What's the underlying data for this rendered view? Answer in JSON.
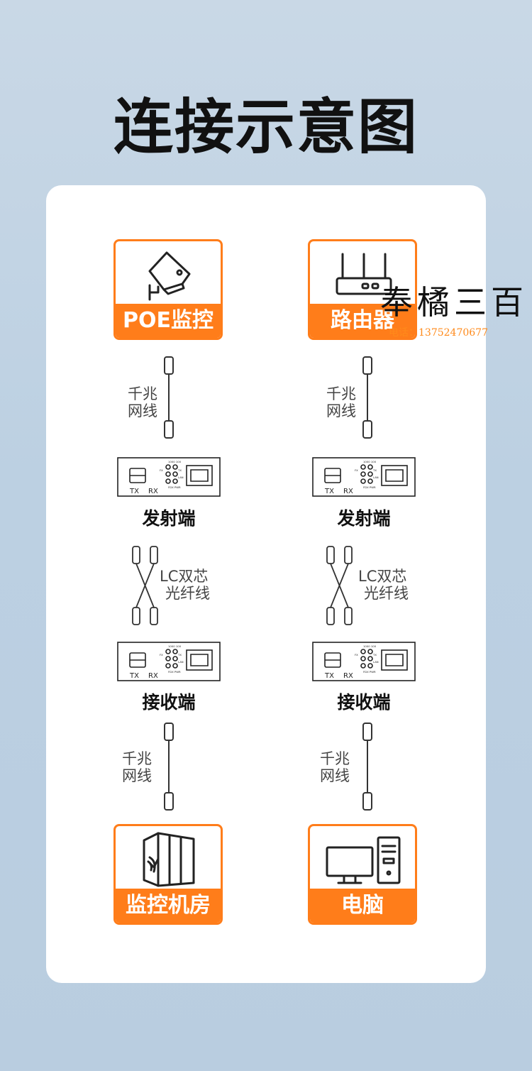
{
  "title": "连接示意图",
  "devices": {
    "poe_camera": "POE监控",
    "router": "路由器",
    "server_room": "监控机房",
    "computer": "电脑"
  },
  "cables": {
    "ethernet_line1": "千兆",
    "ethernet_line2": "网线",
    "fiber_line1": "LC双芯",
    "fiber_line2": "光纤线"
  },
  "converters": {
    "transmitter": "发射端",
    "receiver": "接收端",
    "port_tx": "TX",
    "port_rx": "RX"
  },
  "watermark": {
    "name": "奉橘三百",
    "phone": "电话：13752470677"
  },
  "colors": {
    "accent": "#ff7d1a",
    "background": "#bcd0e2"
  }
}
